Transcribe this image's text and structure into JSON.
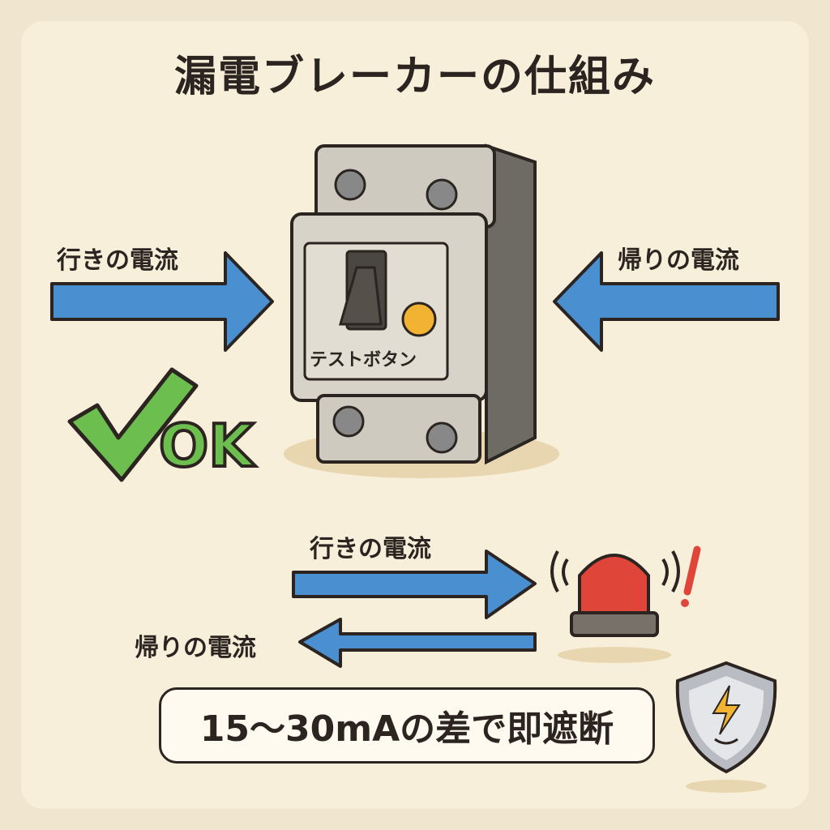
{
  "title": "漏電ブレーカーの仕組み",
  "top": {
    "outgoing_label": "行きの電流",
    "return_label": "帰りの電流",
    "test_button_label": "テストボタン",
    "ok_label": "OK"
  },
  "bottom": {
    "outgoing_label": "行きの電流",
    "return_label": "帰りの電流",
    "note": "15〜30mAの差で即遮断"
  },
  "colors": {
    "arrow": "#4a8fd0",
    "ok": "#6cbf4f",
    "alarm": "#e0453a",
    "button": "#f2b232"
  }
}
